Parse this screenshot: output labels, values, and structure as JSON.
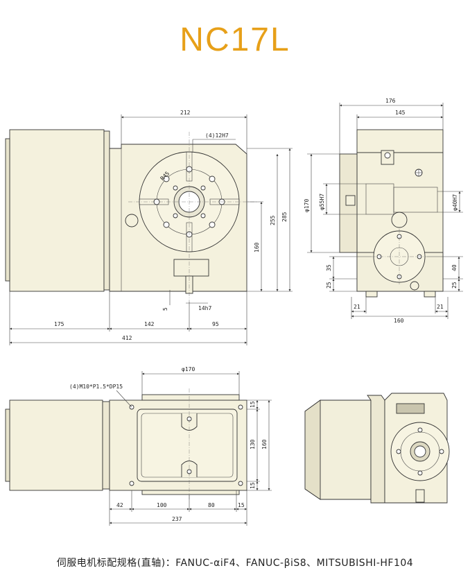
{
  "title": "NC17L",
  "colors": {
    "title": "#e7a019",
    "body": "#f4f1dd",
    "line": "#333333"
  },
  "front_view": {
    "dim_212": "212",
    "dim_4_12h7": "(4)12H7",
    "dim_r45": "R45",
    "dim_285": "285",
    "dim_255": "255",
    "dim_160": "160",
    "dim_5": "5",
    "dim_14h7": "14h7",
    "dim_175": "175",
    "dim_142": "142",
    "dim_95": "95",
    "dim_412": "412"
  },
  "side_view": {
    "dim_176": "176",
    "dim_145": "145",
    "dim_d170": "φ170",
    "dim_d55h7": "φ55H7",
    "dim_d40h7": "φ40H7",
    "dim_35": "35",
    "dim_25_left": "25",
    "dim_40": "40",
    "dim_25_right": "25",
    "dim_21_left": "21",
    "dim_21_right": "21",
    "dim_160": "160"
  },
  "top_view": {
    "dim_d170": "φ170",
    "dim_bolt": "(4)M10*P1.5*DP15",
    "dim_15_top": "15",
    "dim_130": "130",
    "dim_160": "160",
    "dim_15_bottom": "15",
    "dim_42": "42",
    "dim_100": "100",
    "dim_80": "80",
    "dim_15_right": "15",
    "dim_237": "237"
  },
  "footer": "伺服电机标配规格(直轴)：FANUC-αiF4、FANUC-βiS8、MITSUBISHI-HF104"
}
